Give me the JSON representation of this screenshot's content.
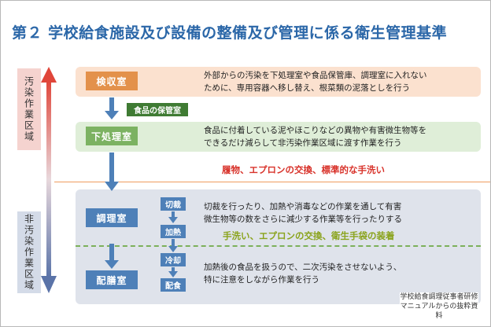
{
  "title": "第２ 学校給食施設及び設備の整備及び管理に係る衛生管理基準",
  "zones": {
    "contaminated": "汚染作業区域",
    "non_contaminated": "非汚染作業区域"
  },
  "stages": {
    "receiving": {
      "label": "検収室",
      "desc_line1": "外部からの汚染を下処理室や食品保管庫、調理室に入れない",
      "desc_line2": "ために、専用容器へ移し替え、根菜類の泥落としを行う"
    },
    "storage": {
      "label": "食品の保管室"
    },
    "prep": {
      "label": "下処理室",
      "desc_line1": "食品に付着している泥やほこりなどの異物や有害微生物等を",
      "desc_line2": "できるだけ減らして非汚染作業区域に渡す作業を行う"
    },
    "cooking": {
      "label": "調理室",
      "desc_line1": "切裁を行ったり、加熱や消毒などの作業を通して有害",
      "desc_line2": "微生物等の数をさらに減少する作業等を行ったりする"
    },
    "serving": {
      "label": "配膳室",
      "desc_line1": "加熱後の食品を扱うので、二次汚染をさせないよう、",
      "desc_line2": "特に注意をしながら作業を行う"
    }
  },
  "steps": {
    "cut": "切裁",
    "heat": "加熱",
    "cool": "冷却",
    "plate": "配食"
  },
  "notes": {
    "zone_boundary": "履物、エプロンの交換、標準的な手洗い",
    "clean_boundary": "手洗い、エプロンの交換、衛生手袋の装着"
  },
  "source": {
    "line1": "学校給食調理従事者研修",
    "line2": "マニュアルからの抜粋資料"
  },
  "colors": {
    "title": "#2b67a8",
    "contaminated": "#e3914b",
    "prep": "#7cb262",
    "clean": "#4e80b8",
    "warning_red": "#d8322a",
    "warning_green": "#8aa31c"
  }
}
